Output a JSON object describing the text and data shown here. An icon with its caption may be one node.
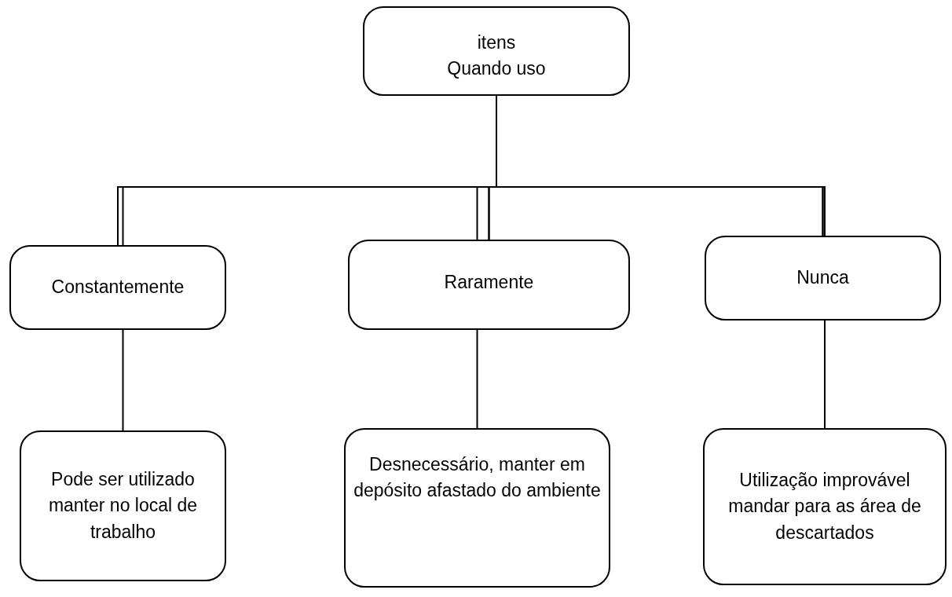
{
  "diagram": {
    "nodes": [
      {
        "text": [
          "itens",
          "Quando uso"
        ]
      },
      {
        "text": [
          "Constantemente"
        ]
      },
      {
        "text": [
          "Raramente"
        ]
      },
      {
        "text": [
          "Nunca"
        ]
      },
      {
        "text": [
          "Pode ser utilizado manter no local de trabalho"
        ]
      },
      {
        "text": [
          "Desnecessário, manter em depósito afastado do ambiente"
        ]
      },
      {
        "text": [
          "Utilização improvável mandar para as área de descartados"
        ]
      }
    ],
    "edges": [
      {
        "from": 0,
        "to": 1,
        "arrow": "none"
      },
      {
        "from": 0,
        "to": 2,
        "arrow": "none"
      },
      {
        "from": 0,
        "to": 3,
        "arrow": "none"
      },
      {
        "from": 1,
        "to": 4,
        "arrow": "none"
      },
      {
        "from": 2,
        "to": 5,
        "arrow": "none"
      },
      {
        "from": 3,
        "to": 6,
        "arrow": "none"
      }
    ]
  }
}
